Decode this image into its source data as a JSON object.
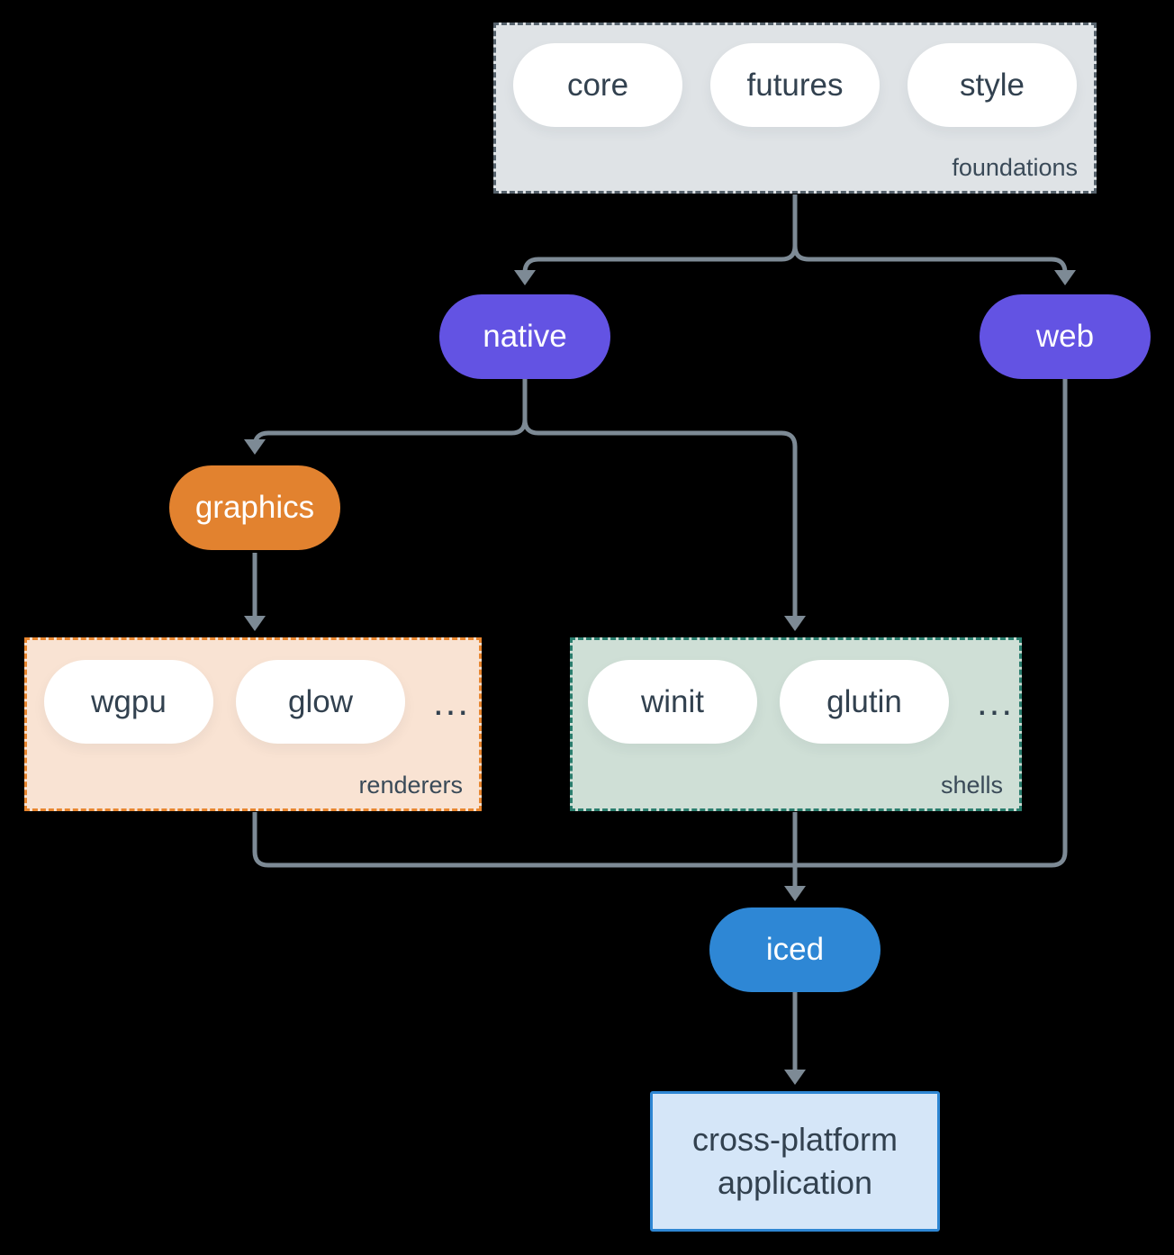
{
  "colors": {
    "background": "#000000",
    "arrow": "#7d8a95",
    "node-text": "#ffffff",
    "dark-text": "#32414f",
    "label-text": "#3a4a58",
    "purple": "#6353e3",
    "orange": "#e2822f",
    "blue": "#2e87d5",
    "foundations-bg": "#dfe3e6",
    "foundations-border": "#56626c",
    "renderers-bg": "#f9e3d3",
    "renderers-border": "#e8862f",
    "shells-bg": "#cfdfd6",
    "shells-border": "#2b7e6e",
    "app-bg": "#d5e6f8",
    "app-border": "#2e86d3",
    "pill-bg": "#ffffff"
  },
  "nodes": {
    "native": "native",
    "web": "web",
    "graphics": "graphics",
    "iced": "iced",
    "application": "cross-platform application"
  },
  "groups": {
    "foundations": {
      "label": "foundations",
      "pills": [
        "core",
        "futures",
        "style"
      ]
    },
    "renderers": {
      "label": "renderers",
      "pills": [
        "wgpu",
        "glow"
      ],
      "ellipsis": "..."
    },
    "shells": {
      "label": "shells",
      "pills": [
        "winit",
        "glutin"
      ],
      "ellipsis": "..."
    }
  },
  "edges": [
    {
      "from": "foundations",
      "to": "native"
    },
    {
      "from": "foundations",
      "to": "web"
    },
    {
      "from": "native",
      "to": "graphics"
    },
    {
      "from": "native",
      "to": "shells"
    },
    {
      "from": "graphics",
      "to": "renderers"
    },
    {
      "from": "renderers",
      "to": "iced"
    },
    {
      "from": "shells",
      "to": "iced"
    },
    {
      "from": "web",
      "to": "iced"
    },
    {
      "from": "iced",
      "to": "application"
    }
  ]
}
